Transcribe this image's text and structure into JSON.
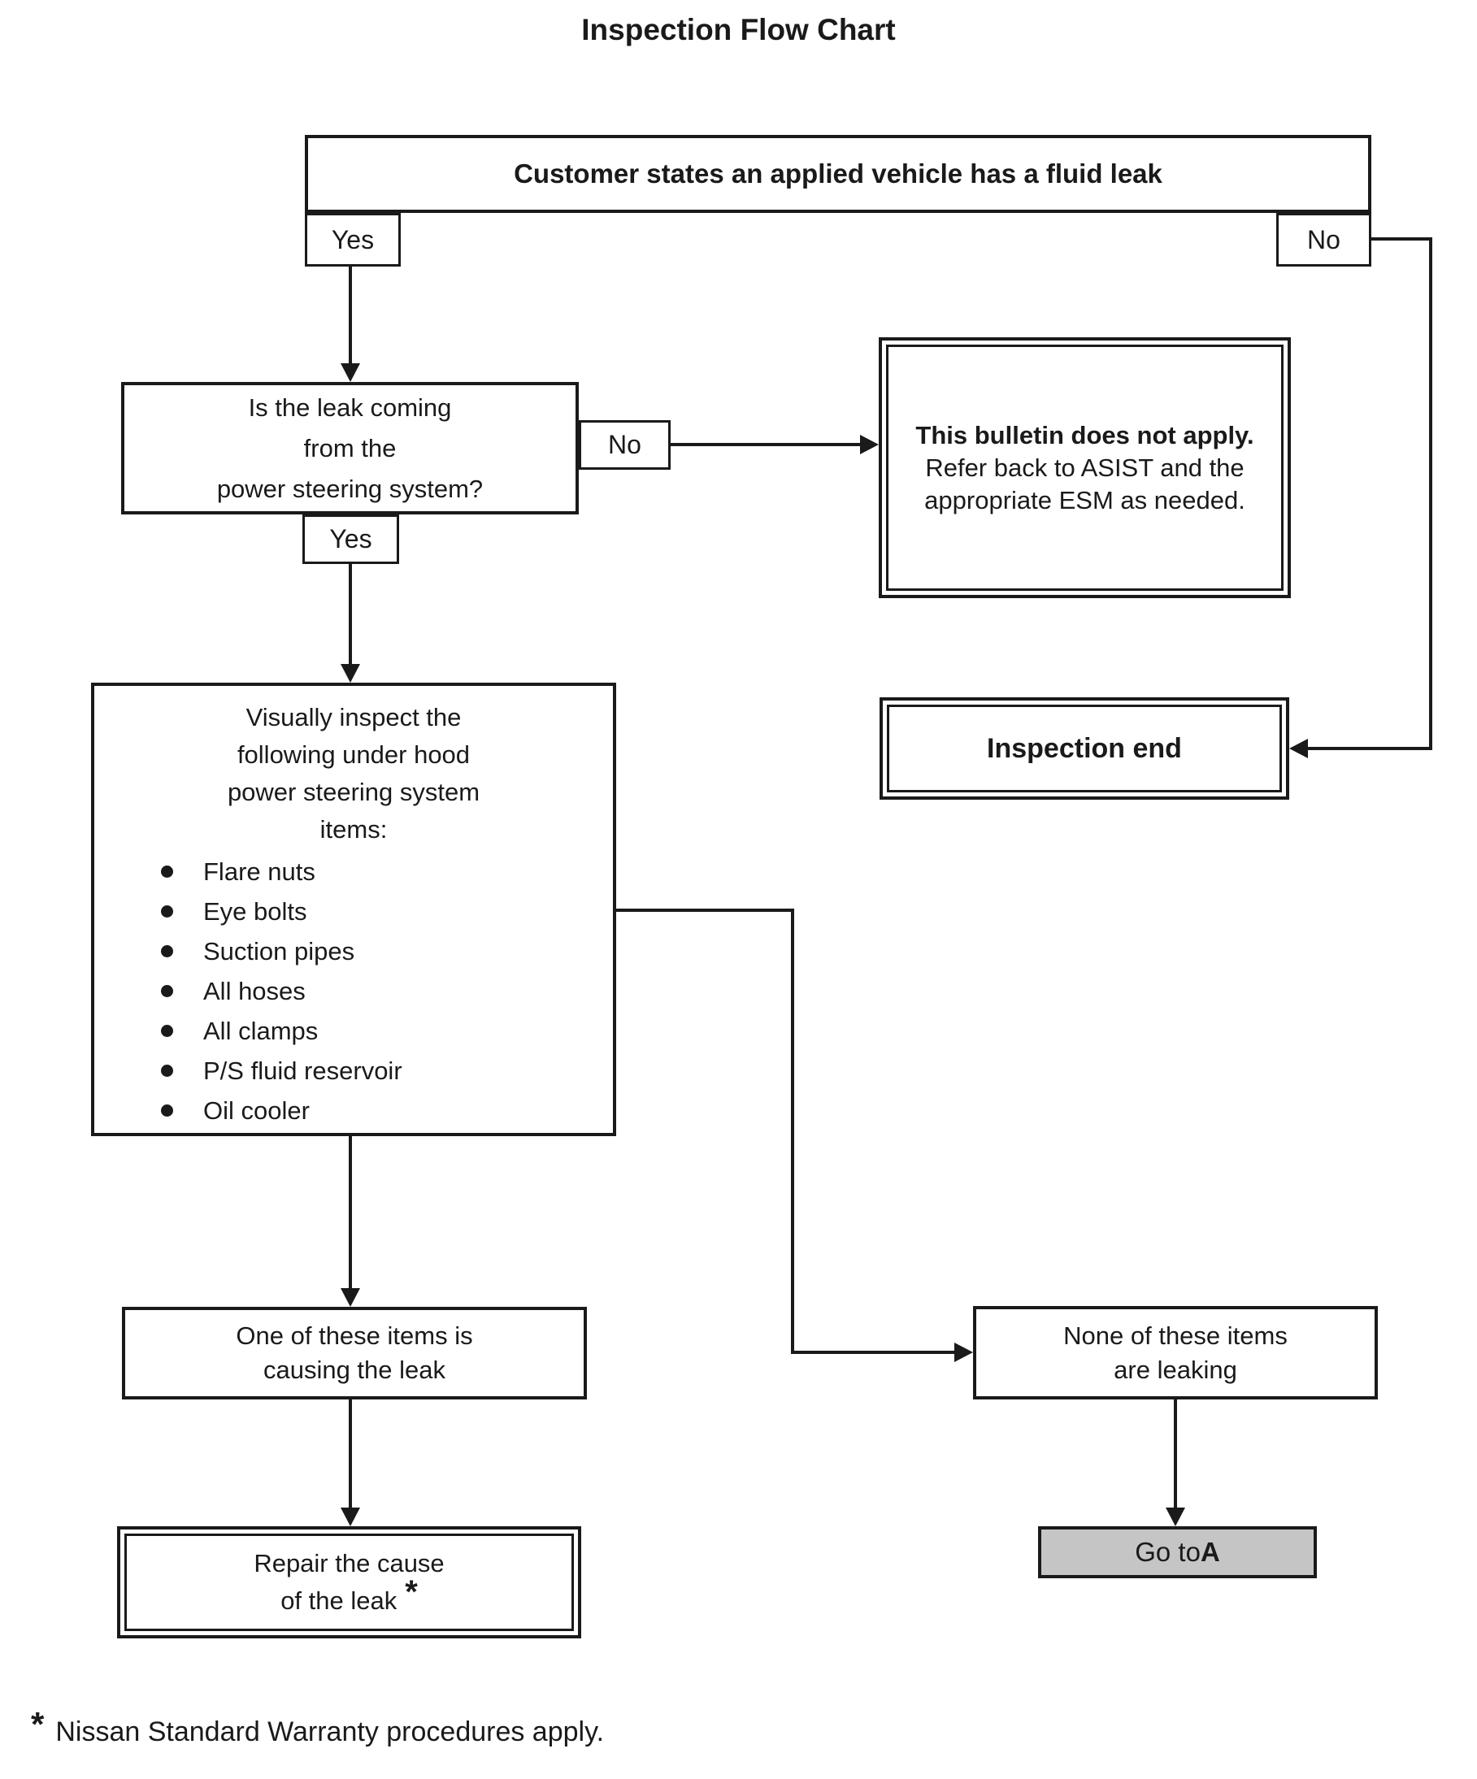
{
  "title": "Inspection Flow Chart",
  "nodes": {
    "start": {
      "text": "Customer states an applied vehicle has a fluid leak"
    },
    "yes_top": "Yes",
    "no_top": "No",
    "question": {
      "lines": [
        "Is the leak coming",
        "from the",
        "power steering system?"
      ]
    },
    "no_mid": "No",
    "yes_mid": "Yes",
    "bulletin": {
      "bold": "This bulletin does not apply.",
      "rest": " Refer back to ASIST and the appropriate ESM as needed."
    },
    "inspection_end": "Inspection end",
    "inspect": {
      "lines": [
        "Visually inspect the",
        "following under hood",
        "power steering system",
        "items:"
      ],
      "bullets": [
        "Flare nuts",
        "Eye bolts",
        "Suction pipes",
        "All hoses",
        "All clamps",
        "P/S fluid reservoir",
        "Oil cooler"
      ]
    },
    "one_leaking": {
      "lines": [
        "One of these items is",
        "causing the leak"
      ]
    },
    "repair": {
      "line1": "Repair the cause",
      "line2": "of the leak",
      "asterisk": "*"
    },
    "none_leaking": {
      "lines": [
        "None of these items",
        "are leaking"
      ]
    },
    "goto_a": {
      "prefix": "Go to ",
      "bold": "A"
    }
  },
  "footnote": {
    "star": "*",
    "text": "Nissan Standard Warranty procedures apply."
  },
  "colors": {
    "line": "#1a1a1a",
    "goto_background": "#c5c5c5",
    "background": "#ffffff"
  }
}
